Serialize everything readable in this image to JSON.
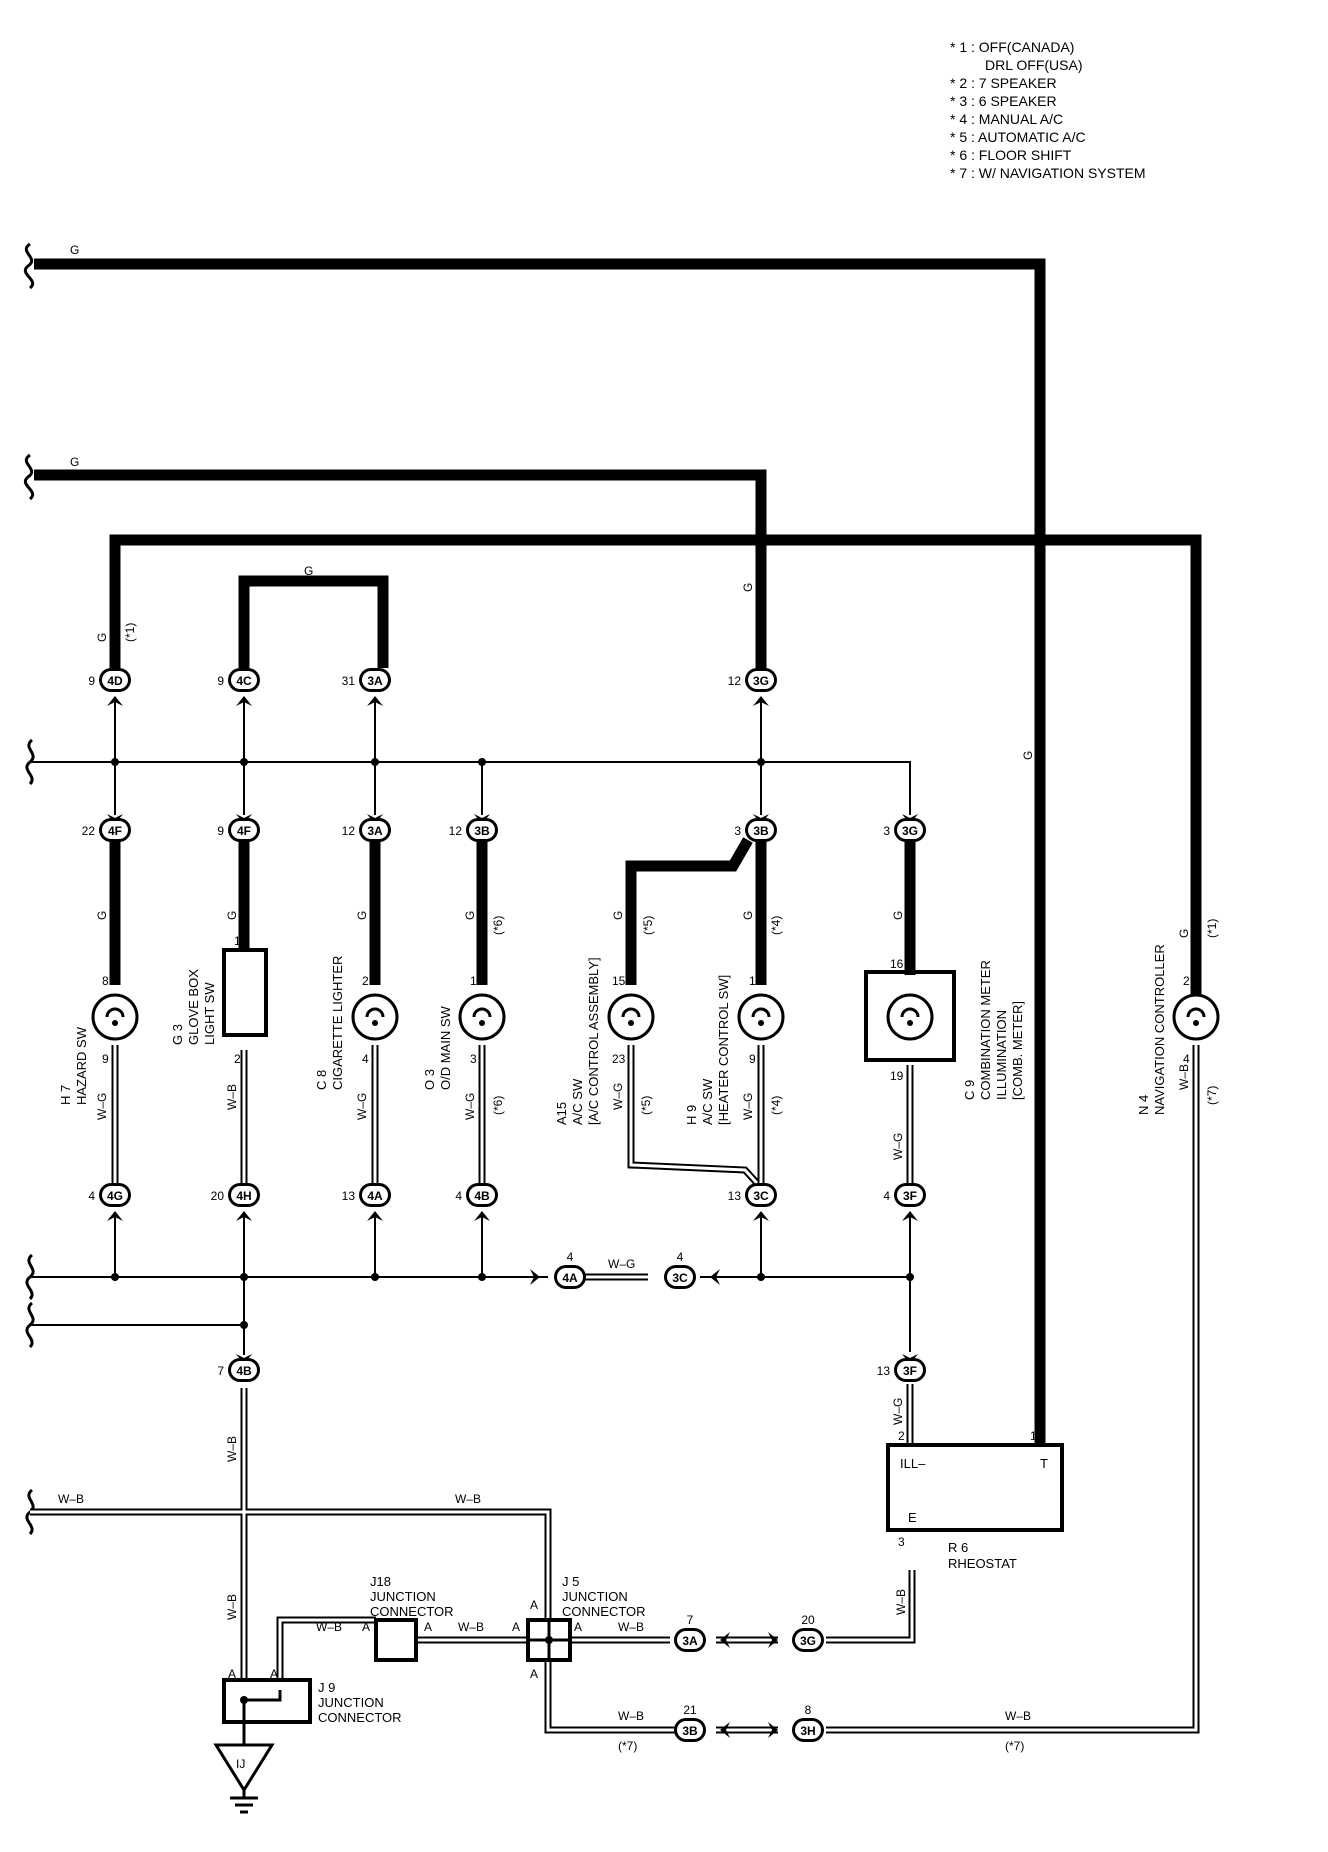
{
  "legend": [
    "* 1 : OFF(CANADA)",
    "DRL OFF(USA)",
    "* 2 : 7 SPEAKER",
    "* 3 : 6 SPEAKER",
    "* 4 : MANUAL A/C",
    "* 5 : AUTOMATIC A/C",
    "* 6 : FLOOR SHIFT",
    "* 7 : W/ NAVIGATION SYSTEM"
  ],
  "wires": {
    "G": "G",
    "WG": "W–G",
    "WB": "W–B",
    "T1": "(*1)",
    "T4": "(*4)",
    "T5": "(*5)",
    "T6": "(*6)",
    "T7": "(*7)"
  },
  "connectors": [
    {
      "id": "4D",
      "pin": "9"
    },
    {
      "id": "4C",
      "pin": "9"
    },
    {
      "id": "3A",
      "pin": "31"
    },
    {
      "id": "3G",
      "pin": "12"
    },
    {
      "id": "4F",
      "pin": "22"
    },
    {
      "id": "4F",
      "pin": "9"
    },
    {
      "id": "3A",
      "pin": "12"
    },
    {
      "id": "3B",
      "pin": "12"
    },
    {
      "id": "3B",
      "pin": "3"
    },
    {
      "id": "3G",
      "pin": "3"
    },
    {
      "id": "4G",
      "pin": "4"
    },
    {
      "id": "4H",
      "pin": "20"
    },
    {
      "id": "4A",
      "pin": "13"
    },
    {
      "id": "4B",
      "pin": "4"
    },
    {
      "id": "3C",
      "pin": "13"
    },
    {
      "id": "3F",
      "pin": "4"
    },
    {
      "id": "4A",
      "pin": "4"
    },
    {
      "id": "3C",
      "pin": "4"
    },
    {
      "id": "4B",
      "pin": "7"
    },
    {
      "id": "3F",
      "pin": "13"
    },
    {
      "id": "3A",
      "pin": "7"
    },
    {
      "id": "3G",
      "pin": "20"
    },
    {
      "id": "3B",
      "pin": "21"
    },
    {
      "id": "3H",
      "pin": "8"
    }
  ],
  "components": {
    "hazard": {
      "code": "H 7",
      "name": "HAZARD SW",
      "pin_top": "8",
      "pin_bot": "9"
    },
    "glove": {
      "code": "G 3",
      "name1": "GLOVE BOX",
      "name2": "LIGHT SW",
      "pin_top": "1",
      "pin_bot": "2"
    },
    "cig": {
      "code": "C 8",
      "name": "CIGARETTE LIGHTER",
      "pin_top": "2",
      "pin_bot": "4"
    },
    "od": {
      "code": "O 3",
      "name": "O/D MAIN SW",
      "pin_top": "1",
      "pin_bot": "3"
    },
    "ac_auto": {
      "code": "A15",
      "name1": "A/C SW",
      "name2": "[A/C CONTROL ASSEMBLY]",
      "pin_top": "15",
      "pin_bot": "23"
    },
    "ac_man": {
      "code": "H 9",
      "name1": "A/C SW",
      "name2": "[HEATER CONTROL SW]",
      "pin_top": "1",
      "pin_bot": "9"
    },
    "comb": {
      "code": "C 9",
      "name1": "COMBINATION METER",
      "name2": "ILLUMINATION",
      "name3": "[COMB. METER]",
      "pin_top": "16",
      "pin_bot": "19"
    },
    "nav": {
      "code": "N 4",
      "name": "NAVIGATION CONTROLLER",
      "pin_top": "2",
      "pin_bot": "4"
    },
    "rheostat": {
      "code": "R 6",
      "name": "RHEOSTAT",
      "t_ill": "ILL–",
      "t_t": "T",
      "t_e": "E",
      "pin_2": "2",
      "pin_1": "1",
      "pin_3": "3"
    },
    "j18": {
      "code": "J18",
      "name1": "JUNCTION",
      "name2": "CONNECTOR",
      "pin_a": "A"
    },
    "j5": {
      "code": "J 5",
      "name1": "JUNCTION",
      "name2": "CONNECTOR",
      "pin_a": "A"
    },
    "j9": {
      "code": "J 9",
      "name1": "JUNCTION",
      "name2": "CONNECTOR",
      "pin_a": "A"
    },
    "ground": {
      "code": "IJ"
    }
  }
}
